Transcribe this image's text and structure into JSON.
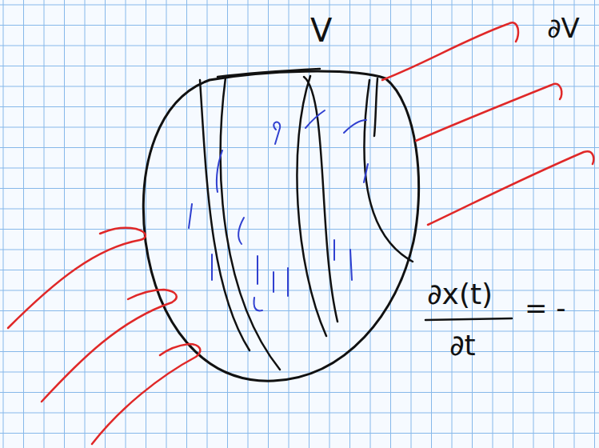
{
  "diagram": {
    "labels": [
      "V",
      "∂V",
      "∂x(t)",
      "∂t",
      "= -"
    ]
  }
}
